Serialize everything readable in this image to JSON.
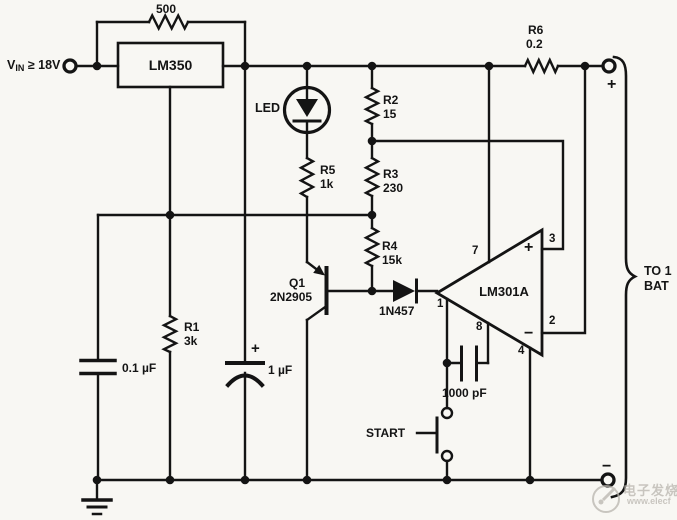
{
  "colors": {
    "ink": "#141414",
    "paper": "#f8f7f3",
    "watermark": "#b9b5ae"
  },
  "source": {
    "vin_v": "V",
    "vin_sub": "IN",
    "vin_rest": " ≥ 18V"
  },
  "components": {
    "regulator": {
      "ref": "LM350"
    },
    "r_top": {
      "value": "500"
    },
    "r6": {
      "ref": "R6",
      "value": "0.2"
    },
    "led": {
      "label": "LED"
    },
    "r5": {
      "ref": "R5",
      "value": "1k"
    },
    "r2": {
      "ref": "R2",
      "value": "15"
    },
    "r3": {
      "ref": "R3",
      "value": "230"
    },
    "r4": {
      "ref": "R4",
      "value": "15k"
    },
    "r1": {
      "ref": "R1",
      "value": "3k"
    },
    "q1": {
      "ref": "Q1",
      "part": "2N2905"
    },
    "diode": {
      "part": "1N457"
    },
    "opamp": {
      "ref": "LM301A",
      "plus": "+",
      "minus": "−",
      "pins": {
        "p7": "7",
        "p3": "3",
        "p1": "1",
        "p8": "8",
        "p2": "2",
        "p4": "4"
      }
    },
    "c1": {
      "value": "0.1 µF"
    },
    "c2": {
      "value": "1 µF",
      "polarity": "+"
    },
    "c3": {
      "value": "1000 pF"
    },
    "start_switch": {
      "label": "START"
    }
  },
  "terminals": {
    "positive": "+",
    "negative": "−"
  },
  "output_label": {
    "line1": "TO 1",
    "line2": "BAT"
  },
  "watermark": {
    "cn": "电子发烧",
    "url": "www.elecf"
  }
}
